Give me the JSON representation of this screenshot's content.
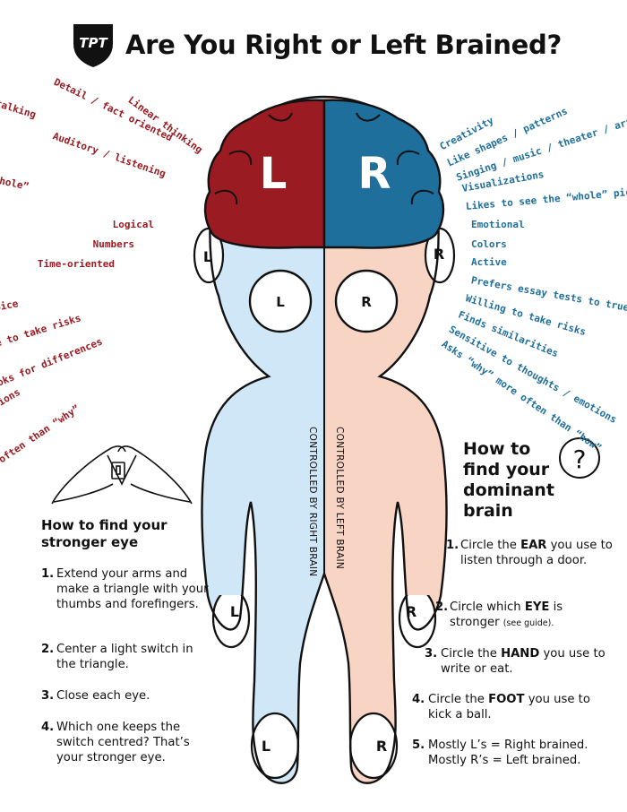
{
  "header": {
    "logo_text": "TPT",
    "title": "Are You Right or Left Brained?"
  },
  "brain": {
    "left_letter": "L",
    "right_letter": "R",
    "left_color": "#9b1b22",
    "right_color": "#1f6f9c"
  },
  "body": {
    "left_color": "#cfe7f7",
    "right_color": "#f7d4c3",
    "left_ear": "L",
    "right_ear": "R",
    "left_eye": "L",
    "right_eye": "R",
    "left_hand": "L",
    "right_hand": "R",
    "left_foot": "L",
    "right_foot": "R",
    "left_side_label": "CONTROLLED BY RIGHT BRAIN",
    "right_side_label": "CONTROLLED BY LEFT BRAIN"
  },
  "left_traits": [
    "Linear thinking",
    "Detail / fact oriented",
    "Reading / phonics / language / talking",
    "Auditory / listening",
    "Like the “parts” before the “whole”",
    "Logical",
    "Numbers",
    "Time-oriented",
    "Prefers true / false to multiple-choice",
    "Doesn’t like to take risks",
    "Looks for differences",
    "Prefers things with concrete rules / definitions",
    "Asks “how” more often than “why”"
  ],
  "right_traits": [
    "Creativity",
    "Like shapes / patterns",
    "Singing / music / theater / art",
    "Visualizations",
    "Likes to see the “whole” picture",
    "Emotional",
    "Colors",
    "Active",
    "Prefers essay tests to true / false",
    "Willing to take risks",
    "Finds similarities",
    "Sensitive to thoughts / emotions",
    "Asks “why” more often than “how”"
  ],
  "eye_guide": {
    "title_line1": "How to find your",
    "title_line2": "stronger eye",
    "steps": [
      {
        "num": "1.",
        "text": "Extend your arms and make a triangle with your thumbs and forefingers."
      },
      {
        "num": "2.",
        "text": "Center a light switch in the triangle."
      },
      {
        "num": "3.",
        "text": "Close each eye."
      },
      {
        "num": "4.",
        "text": "Which one keeps the switch centred? That’s your stronger eye."
      }
    ]
  },
  "dominant_guide": {
    "title_line1": "How to",
    "title_line2": "find your",
    "title_line3": "dominant",
    "title_line4": "brain",
    "question_mark": "?",
    "steps": [
      {
        "num": "1.",
        "pre": "Circle the ",
        "bold": "EAR",
        "post": " you use to listen through a door.",
        "note": ""
      },
      {
        "num": "2.",
        "pre": "Circle which ",
        "bold": "EYE",
        "post": " is stronger",
        "note": "(see guide)."
      },
      {
        "num": "3.",
        "pre": "Circle the ",
        "bold": "HAND",
        "post": " you use to write or eat.",
        "note": ""
      },
      {
        "num": "4.",
        "pre": "Circle the ",
        "bold": "FOOT",
        "post": " you use to kick a ball.",
        "note": ""
      },
      {
        "num": "5.",
        "pre": "Mostly L’s = Right brained.",
        "bold": "",
        "post": " Mostly R’s = Left brained.",
        "note": ""
      }
    ]
  }
}
